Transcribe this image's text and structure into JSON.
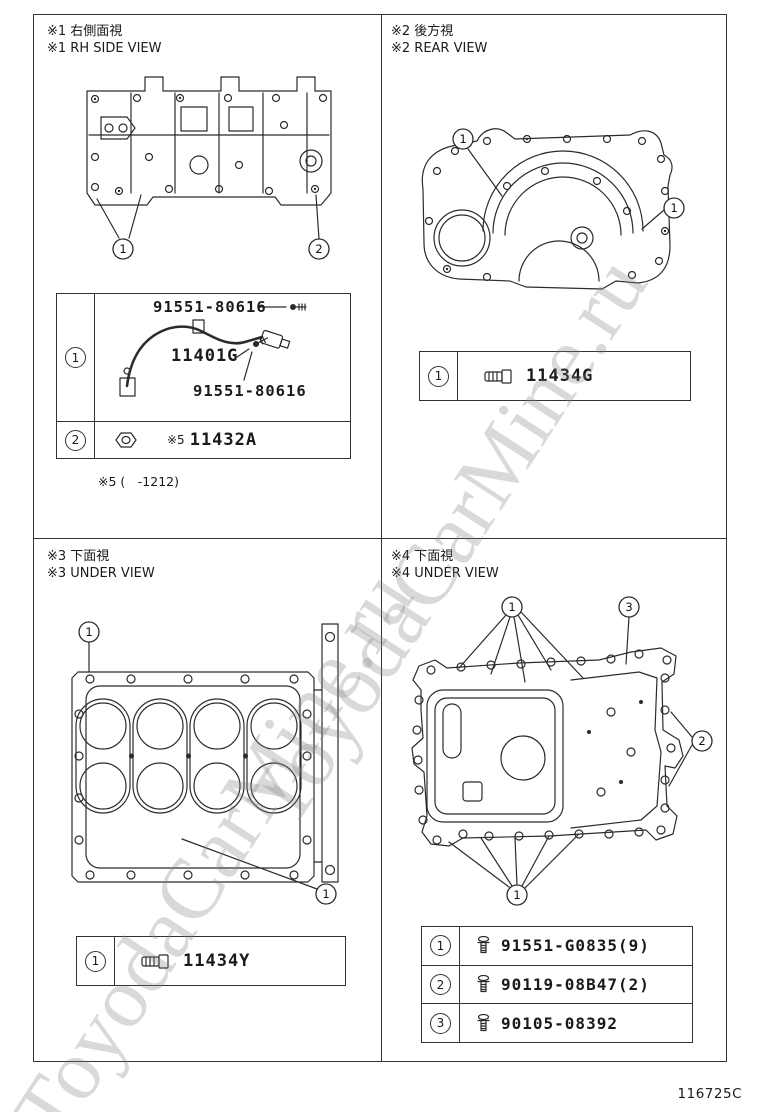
{
  "doc_number": "116725C",
  "watermark": {
    "text": "ToyodaCarMine.ru"
  },
  "panel1": {
    "title_jp": "※1 右側面視",
    "title_en": "※1 RH SIDE VIEW",
    "table": {
      "row1": {
        "callout": "1",
        "part_top": "91551-80616",
        "part_mid": "11401G",
        "part_bottom": "91551-80616"
      },
      "row2": {
        "callout": "2",
        "note": "※5",
        "part": "11432A"
      }
    },
    "footnote": "※5 (　-1212)"
  },
  "panel2": {
    "title_jp": "※2 後方視",
    "title_en": "※2 REAR VIEW",
    "table": {
      "row1": {
        "callout": "1",
        "part": "11434G"
      }
    }
  },
  "panel3": {
    "title_jp": "※3 下面視",
    "title_en": "※3 UNDER VIEW",
    "table": {
      "row1": {
        "callout": "1",
        "part": "11434Y"
      }
    }
  },
  "panel4": {
    "title_jp": "※4 下面視",
    "title_en": "※4 UNDER VIEW",
    "table": {
      "rows": [
        {
          "callout": "1",
          "part": "91551-G0835(9)"
        },
        {
          "callout": "2",
          "part": "90119-08B47(2)"
        },
        {
          "callout": "3",
          "part": "90105-08392"
        }
      ]
    }
  }
}
